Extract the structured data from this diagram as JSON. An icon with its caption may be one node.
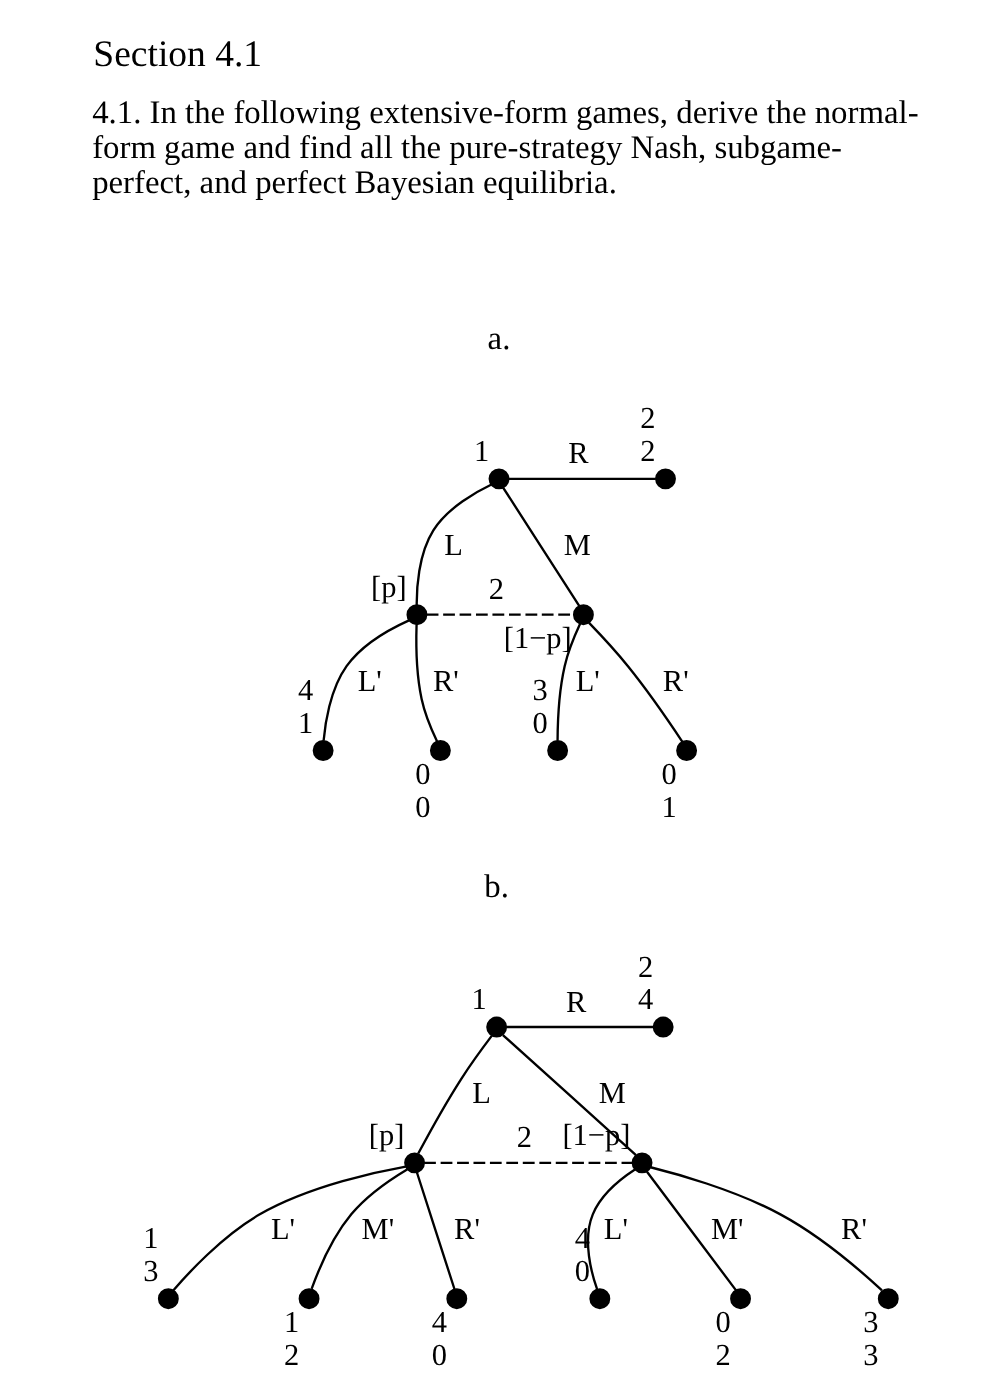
{
  "diagram": {
    "title": "Section 4.1",
    "nodes": [
      {
        "text": [],
        "shape": "circle",
        "beside": [
          "1"
        ]
      },
      {
        "text": [],
        "shape": "circle",
        "beside": [
          "2",
          "2"
        ]
      },
      {
        "text": [],
        "shape": "circle",
        "beside": [
          "[p]"
        ]
      },
      {
        "text": [],
        "shape": "circle",
        "beside": [
          "[1−p]"
        ]
      },
      {
        "text": [],
        "shape": "circle",
        "beside": [
          "4",
          "1"
        ]
      },
      {
        "text": [],
        "shape": "circle",
        "beside": [
          "0",
          "0"
        ]
      },
      {
        "text": [],
        "shape": "circle",
        "beside": [
          "3",
          "0"
        ]
      },
      {
        "text": [],
        "shape": "circle",
        "beside": [
          "0",
          "1"
        ]
      },
      {
        "text": [],
        "shape": "circle",
        "beside": [
          "1"
        ]
      },
      {
        "text": [],
        "shape": "circle",
        "beside": [
          "2",
          "4"
        ]
      },
      {
        "text": [],
        "shape": "circle",
        "beside": [
          "[p]"
        ]
      },
      {
        "text": [],
        "shape": "circle",
        "beside": [
          "[1−p]"
        ]
      },
      {
        "text": [],
        "shape": "circle",
        "beside": [
          "1",
          "3"
        ]
      },
      {
        "text": [],
        "shape": "circle",
        "beside": [
          "1",
          "2"
        ]
      },
      {
        "text": [],
        "shape": "circle",
        "beside": [
          "4",
          "0"
        ]
      },
      {
        "text": [],
        "shape": "circle",
        "beside": [
          "4",
          "0"
        ]
      },
      {
        "text": [],
        "shape": "circle",
        "beside": [
          "0",
          "2"
        ]
      },
      {
        "text": [],
        "shape": "circle",
        "beside": [
          "3",
          "3"
        ]
      }
    ],
    "edges": [
      {
        "from": 0,
        "to": 1,
        "arrow": "none",
        "label": "R"
      },
      {
        "from": 0,
        "to": 2,
        "arrow": "none",
        "label": "L"
      },
      {
        "from": 0,
        "to": 3,
        "arrow": "none",
        "label": "M"
      },
      {
        "from": 2,
        "to": 3,
        "arrow": "none",
        "label": "2",
        "style": "dashed"
      },
      {
        "from": 2,
        "to": 4,
        "arrow": "none",
        "label": "L'"
      },
      {
        "from": 2,
        "to": 5,
        "arrow": "none",
        "label": "R'"
      },
      {
        "from": 3,
        "to": 6,
        "arrow": "none",
        "label": "L'"
      },
      {
        "from": 3,
        "to": 7,
        "arrow": "none",
        "label": "R'"
      },
      {
        "from": 8,
        "to": 9,
        "arrow": "none",
        "label": "R"
      },
      {
        "from": 8,
        "to": 10,
        "arrow": "none",
        "label": "L"
      },
      {
        "from": 8,
        "to": 11,
        "arrow": "none",
        "label": "M"
      },
      {
        "from": 10,
        "to": 11,
        "arrow": "none",
        "label": "2",
        "style": "dashed"
      },
      {
        "from": 10,
        "to": 12,
        "arrow": "none",
        "label": "L'"
      },
      {
        "from": 10,
        "to": 13,
        "arrow": "none",
        "label": "M'"
      },
      {
        "from": 10,
        "to": 14,
        "arrow": "none",
        "label": "R'"
      },
      {
        "from": 11,
        "to": 15,
        "arrow": "none",
        "label": "L'"
      },
      {
        "from": 11,
        "to": 16,
        "arrow": "none",
        "label": "M'"
      },
      {
        "from": 11,
        "to": 17,
        "arrow": "none",
        "label": "R'"
      }
    ],
    "labels": [
      "4.1. In the following extensive-form games, derive the normal-form game and find all the pure-strategy Nash, subgame-perfect, and perfect Bayesian equilibria.",
      "a.",
      "b."
    ]
  }
}
